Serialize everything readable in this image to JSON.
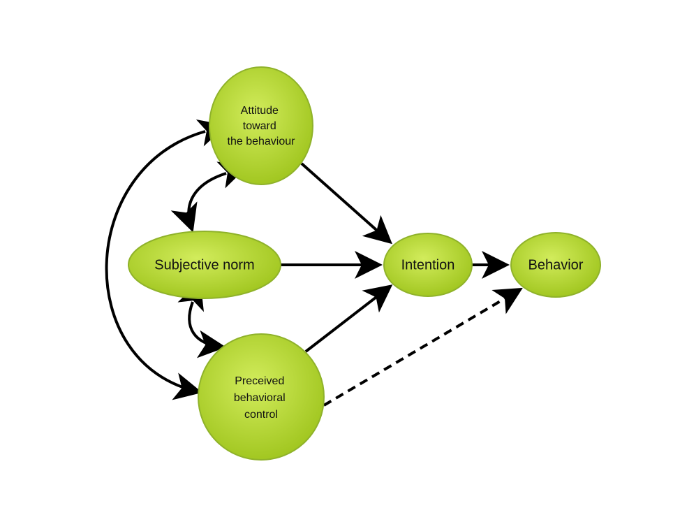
{
  "nodes": {
    "attitude": {
      "lines": [
        "Attitude",
        "toward",
        "the behaviour"
      ]
    },
    "subjective_norm": {
      "label": "Subjective norm"
    },
    "pbc": {
      "lines": [
        "Preceived",
        "behavioral",
        "control"
      ]
    },
    "intention": {
      "label": "Intention"
    },
    "behavior": {
      "label": "Behavior"
    }
  },
  "edges": [
    {
      "from": "attitude",
      "to": "intention",
      "style": "solid",
      "direction": "one-way"
    },
    {
      "from": "subjective_norm",
      "to": "intention",
      "style": "solid",
      "direction": "one-way"
    },
    {
      "from": "pbc",
      "to": "intention",
      "style": "solid",
      "direction": "one-way"
    },
    {
      "from": "intention",
      "to": "behavior",
      "style": "solid",
      "direction": "one-way"
    },
    {
      "from": "pbc",
      "to": "behavior",
      "style": "dashed",
      "direction": "one-way"
    },
    {
      "from": "attitude",
      "to": "subjective_norm",
      "style": "solid",
      "direction": "two-way"
    },
    {
      "from": "subjective_norm",
      "to": "pbc",
      "style": "solid",
      "direction": "two-way"
    },
    {
      "from": "attitude",
      "to": "pbc",
      "style": "solid",
      "direction": "two-way"
    }
  ],
  "colors": {
    "node_fill_light": "#d2ec5c",
    "node_fill_dark": "#9ec41c",
    "node_stroke": "#8fb22a",
    "arrow": "#000000"
  }
}
